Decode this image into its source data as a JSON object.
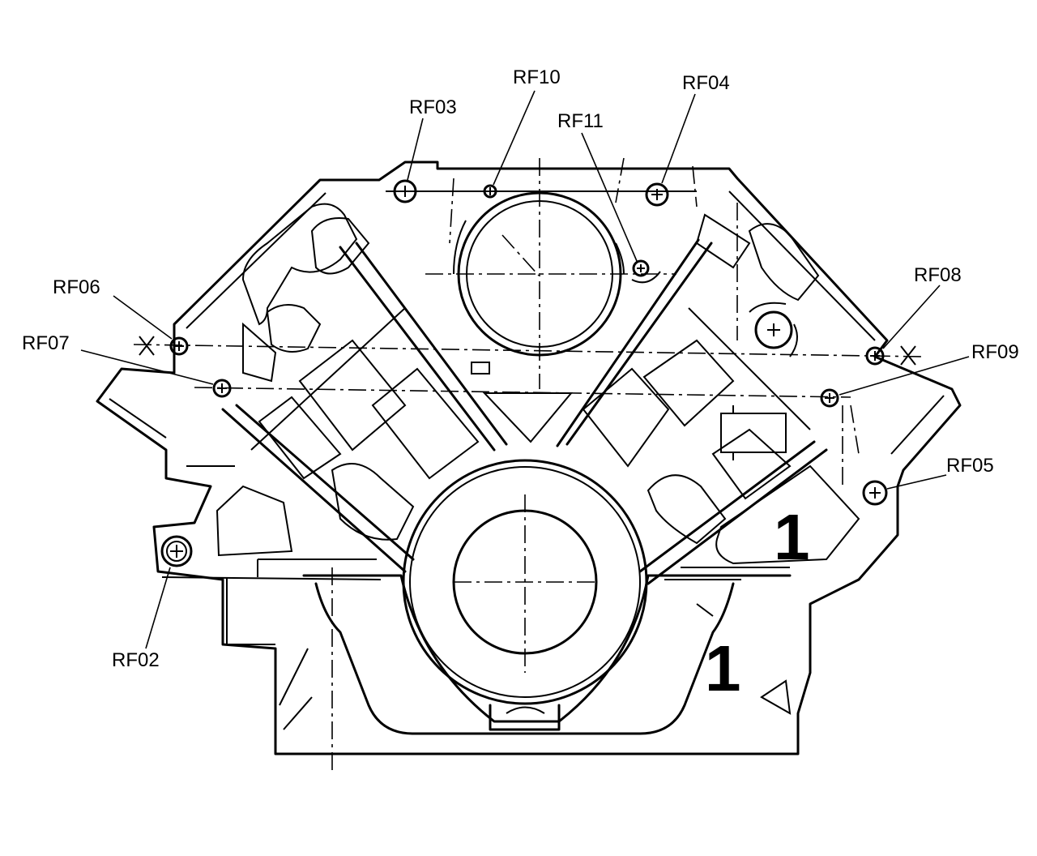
{
  "labels": {
    "rf02": "RF02",
    "rf03": "RF03",
    "rf04": "RF04",
    "rf05": "RF05",
    "rf06": "RF06",
    "rf07": "RF07",
    "rf08": "RF08",
    "rf09": "RF09",
    "rf10": "RF10",
    "rf11": "RF11"
  },
  "markers": {
    "upper": "1",
    "lower": "1"
  }
}
